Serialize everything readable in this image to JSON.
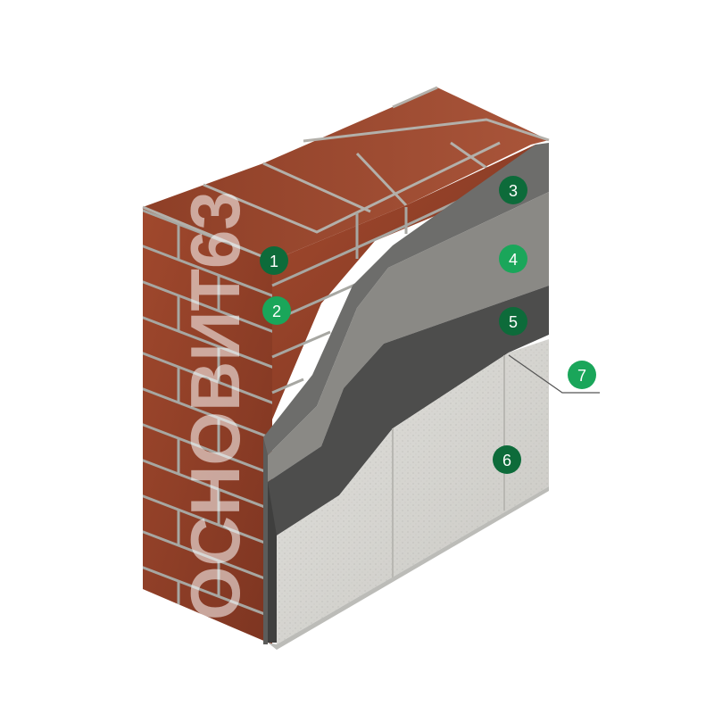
{
  "watermark": "ОСНОВИТ63",
  "markers": [
    {
      "label": "1",
      "color": "#0d6b3a"
    },
    {
      "label": "2",
      "color": "#1aa65a"
    },
    {
      "label": "3",
      "color": "#0d6b3a"
    },
    {
      "label": "4",
      "color": "#1aa65a"
    },
    {
      "label": "5",
      "color": "#0d6b3a"
    },
    {
      "label": "6",
      "color": "#0d6b3a"
    },
    {
      "label": "7",
      "color": "#1aa65a"
    }
  ],
  "colors": {
    "brick_front": "#8a3a26",
    "brick_top": "#9a4a30",
    "brick_side": "#7a3320",
    "mortar": "#a7a7a2",
    "adhesive_layer": "#6f6f6d",
    "primer_layer": "#7f7e7a",
    "insulation_layer": "#4e4e4e",
    "decorative_plaster": "#d6d6d2"
  }
}
